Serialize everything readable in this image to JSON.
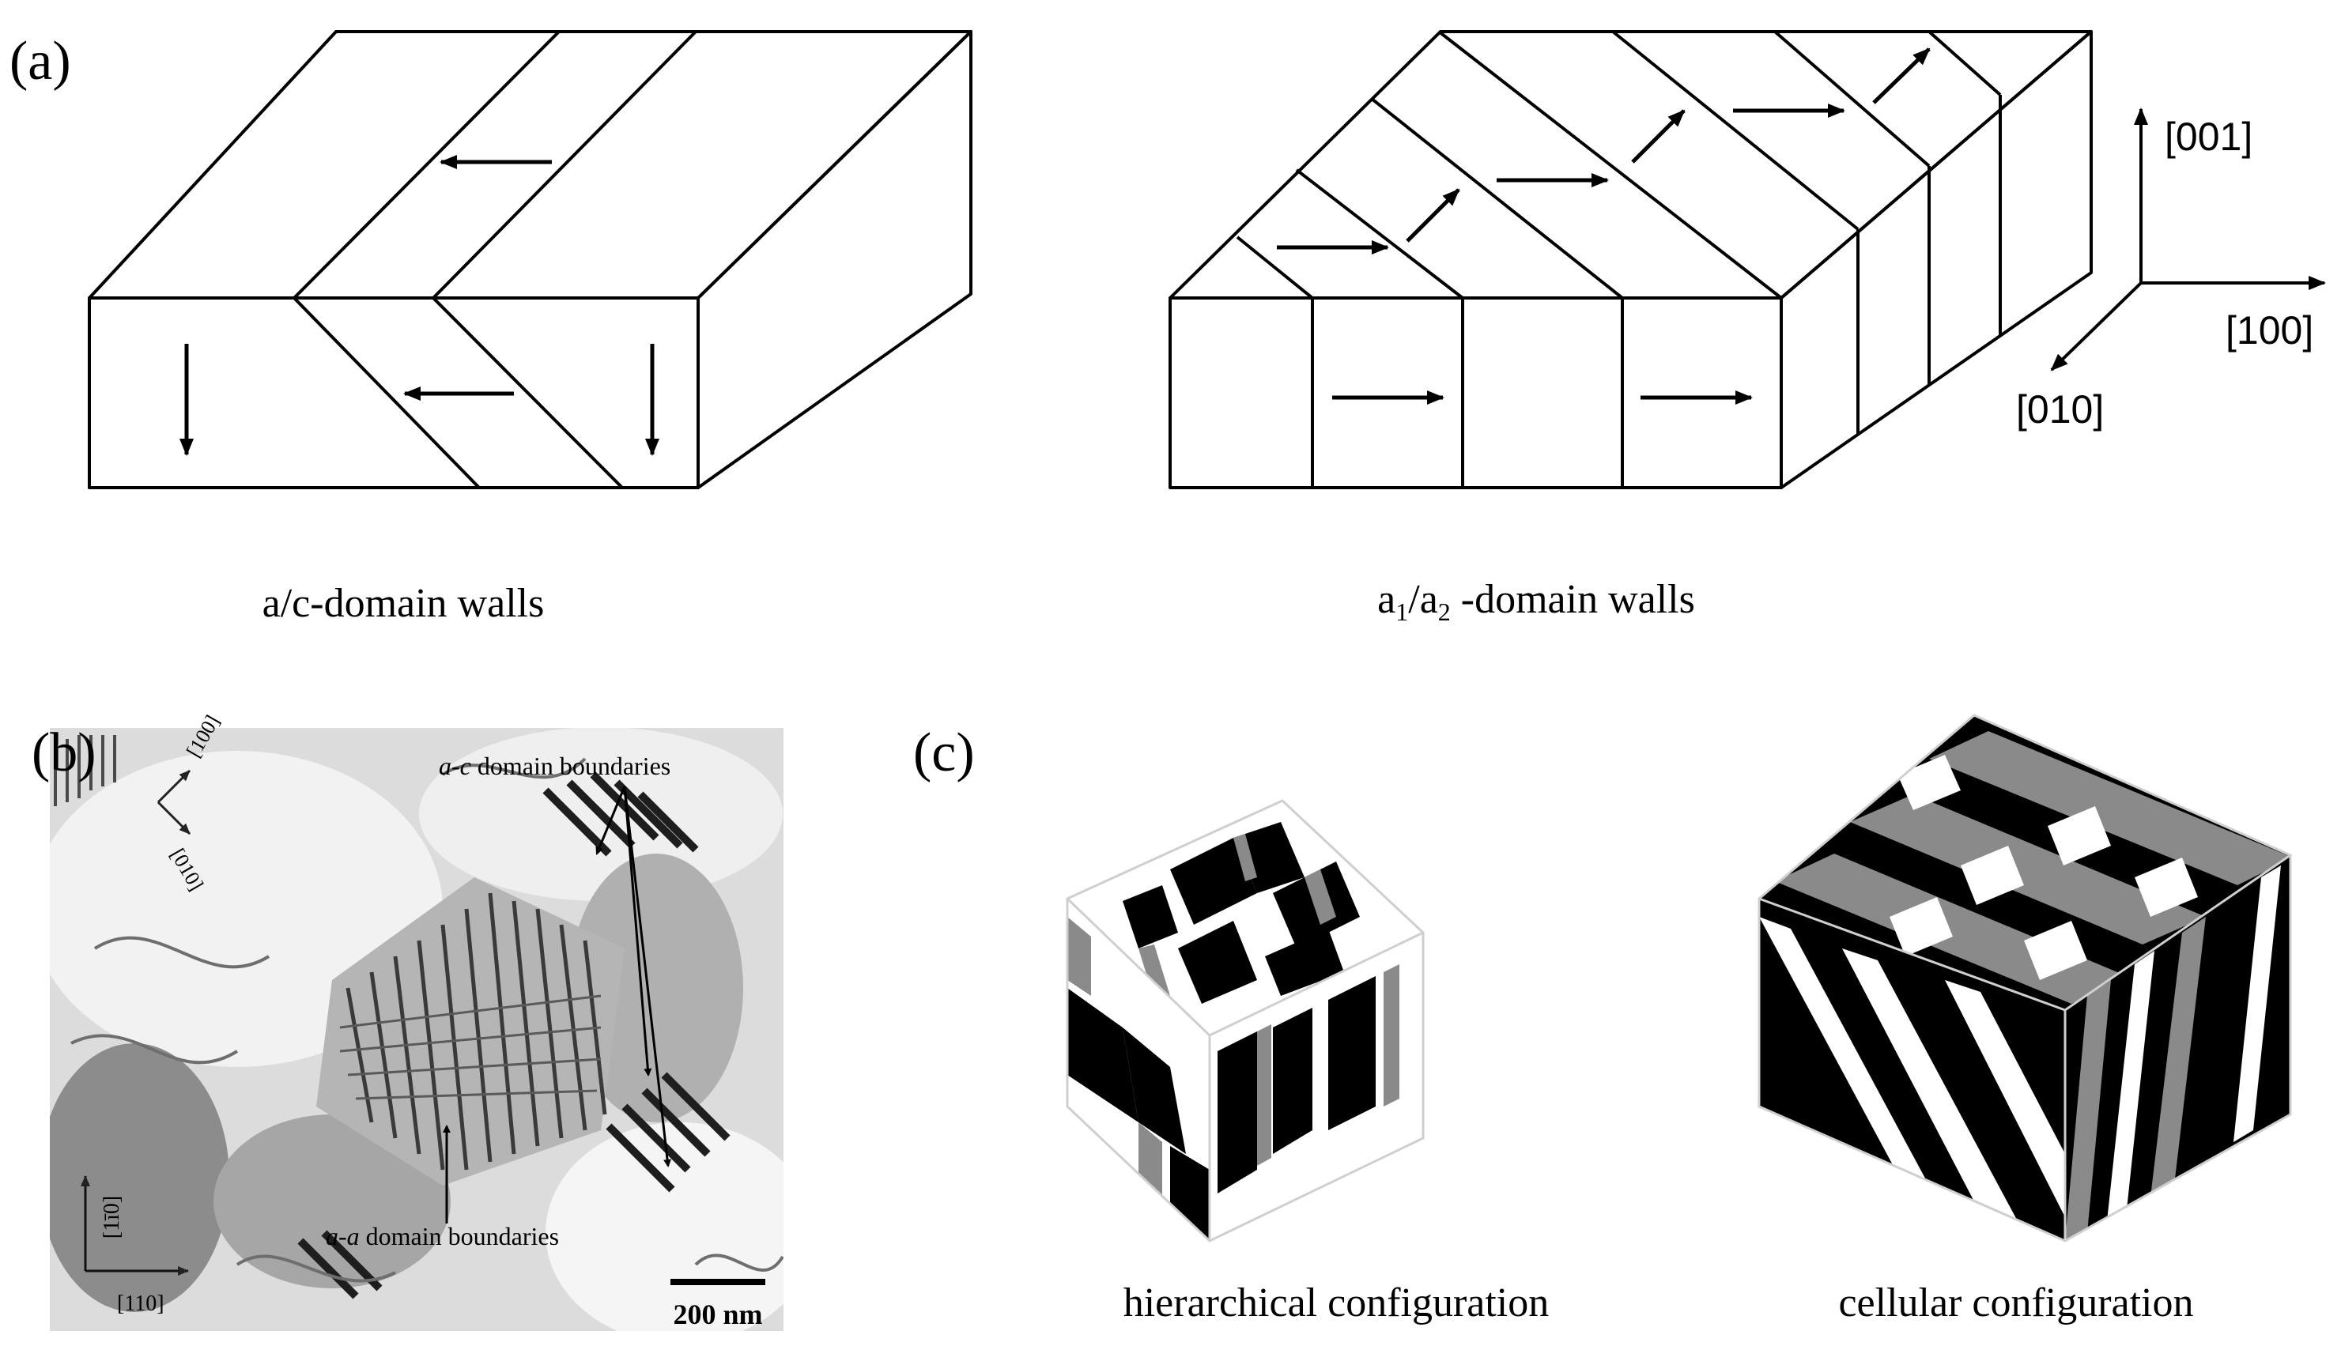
{
  "panel_a": {
    "label": "(a)",
    "left_caption": "a/c-domain walls",
    "right_caption": {
      "prefix": "a",
      "sub1": "1",
      "slash": "/a",
      "sub2": "2",
      "suffix": " -domain walls"
    },
    "axes": {
      "up": "[001]",
      "right": "[100]",
      "down_left": "[010]"
    }
  },
  "panel_b": {
    "label": "(b)",
    "annotation_top": {
      "italic": "a-c",
      "rest": " domain boundaries"
    },
    "annotation_bottom": {
      "italic": "a-a",
      "rest": " domain boundaries"
    },
    "axis_top_1": "[100]",
    "axis_top_2": "[010]",
    "axis_bottom_vertical": "[1ī0]",
    "axis_bottom_horizontal": "[110]",
    "scale_bar": "200 nm"
  },
  "panel_c": {
    "label": "(c)",
    "left_caption": "hierarchical configuration",
    "right_caption": "cellular configuration"
  },
  "colors": {
    "ink": "#000000",
    "gray_stripe": "#8a8a8a",
    "tem_background": "#d9d9d9"
  }
}
